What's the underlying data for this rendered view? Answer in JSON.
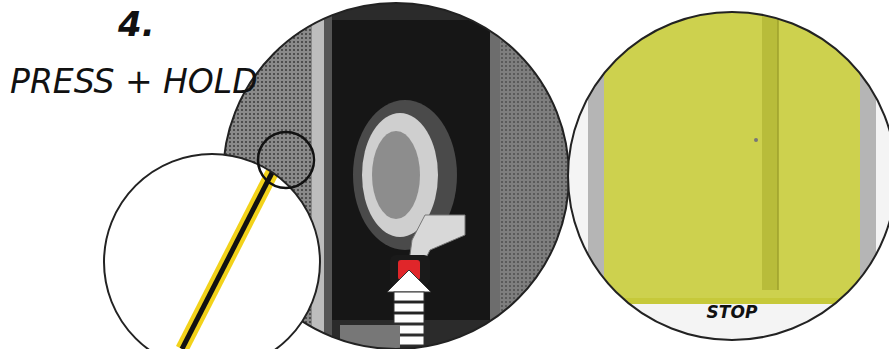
{
  "diagram": {
    "nodes": [
      {
        "text": [
          "STOP"
        ]
      }
    ],
    "labels": [
      "4.",
      "PRESS + HOLD"
    ]
  }
}
